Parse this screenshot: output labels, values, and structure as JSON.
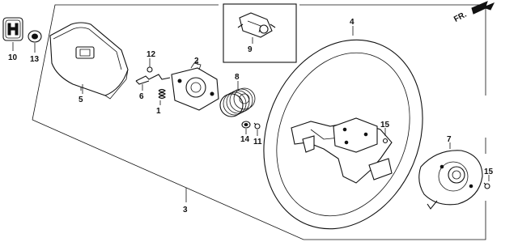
{
  "direction_label": "FR.",
  "callouts": [
    {
      "id": "c1",
      "text": "1"
    },
    {
      "id": "c2",
      "text": "2"
    },
    {
      "id": "c3",
      "text": "3"
    },
    {
      "id": "c4",
      "text": "4"
    },
    {
      "id": "c5",
      "text": "5"
    },
    {
      "id": "c6",
      "text": "6"
    },
    {
      "id": "c7",
      "text": "7"
    },
    {
      "id": "c8",
      "text": "8"
    },
    {
      "id": "c9",
      "text": "9"
    },
    {
      "id": "c10",
      "text": "10"
    },
    {
      "id": "c11",
      "text": "11"
    },
    {
      "id": "c12",
      "text": "12"
    },
    {
      "id": "c13",
      "text": "13"
    },
    {
      "id": "c14",
      "text": "14"
    },
    {
      "id": "c15a",
      "text": "15"
    },
    {
      "id": "c15b",
      "text": "15"
    }
  ]
}
